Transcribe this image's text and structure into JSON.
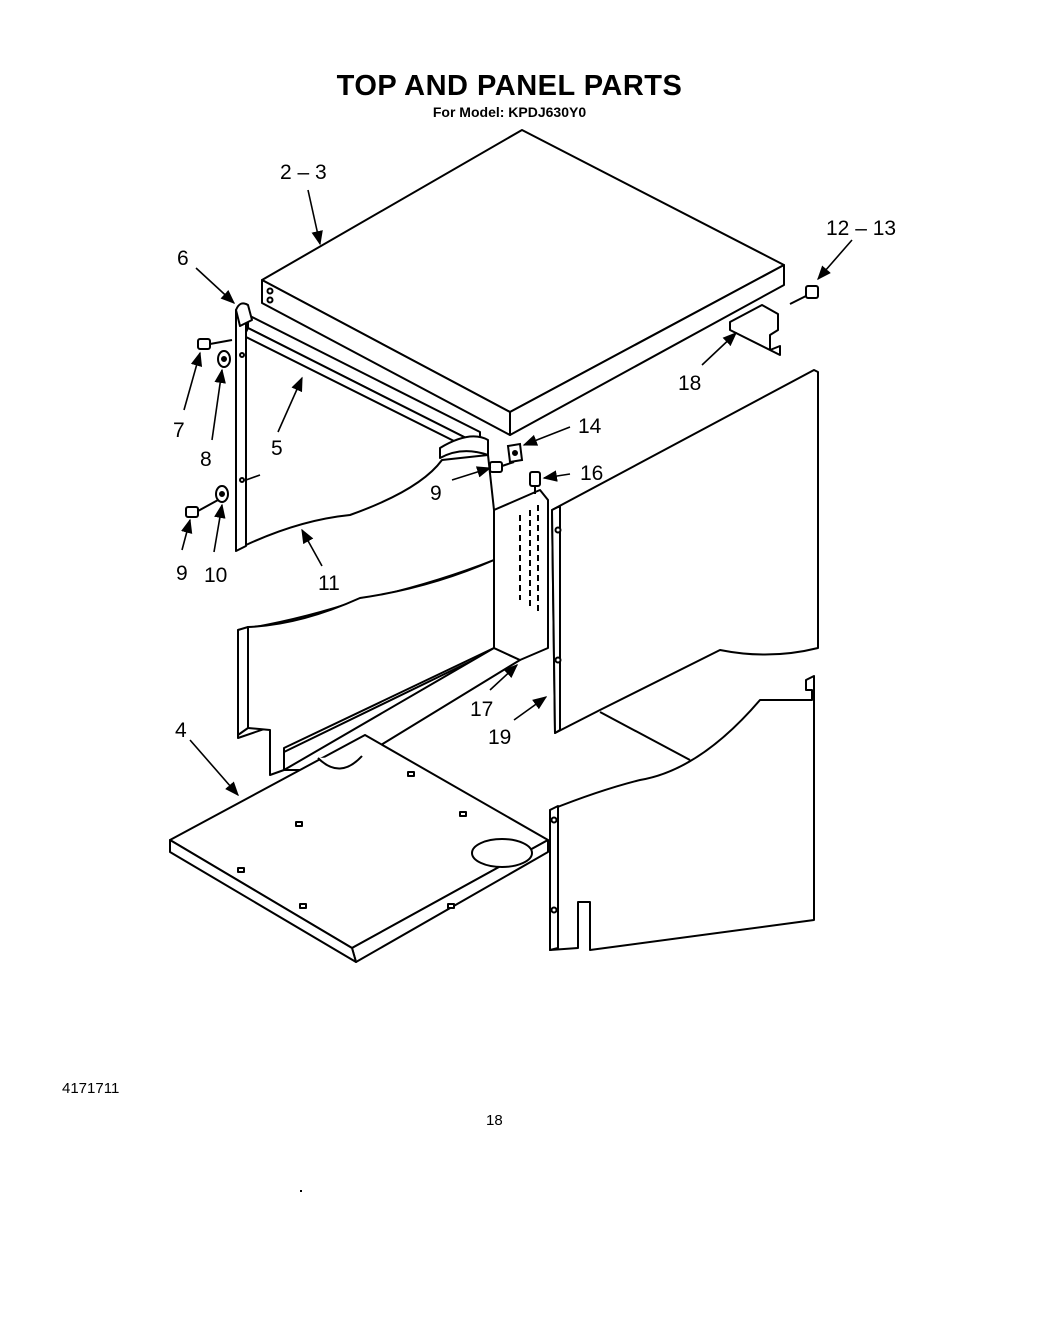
{
  "header": {
    "title": "TOP AND PANEL PARTS",
    "subtitle": "For Model: KPDJ630Y0"
  },
  "callouts": {
    "c2_3": "2 – 3",
    "c12_13": "12 – 13",
    "c6": "6",
    "c7": "7",
    "c8": "8",
    "c5": "5",
    "c18": "18",
    "c14": "14",
    "c16": "16",
    "c9a": "9",
    "c9b": "9",
    "c10": "10",
    "c11": "11",
    "c17": "17",
    "c19": "19",
    "c4": "4"
  },
  "footer": {
    "doc_number": "4171711",
    "page_number": "18"
  }
}
